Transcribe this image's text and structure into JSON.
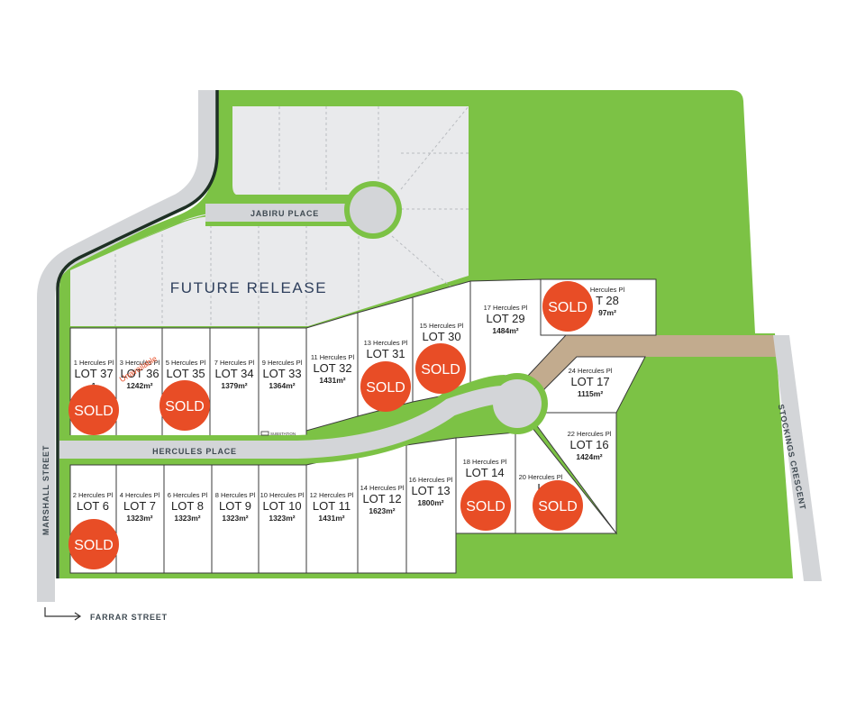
{
  "streets": {
    "marshall": "MARSHALL STREET",
    "jabiru": "JABIRU PLACE",
    "hercules": "HERCULES PLACE",
    "stockings": "STOCKINGS CRESCENT",
    "farrar": "FARRAR STREET"
  },
  "future_release": "FUTURE RELEASE",
  "substation": "SUBSTATION",
  "sold_label": "SOLD",
  "unavailable_label": "Unavailable",
  "colors": {
    "park": "#7cc245",
    "road": "#d3d5d8",
    "dark_edge": "#1e3024",
    "future": "#e9eaec",
    "path": "#c2ab8e",
    "sold": "#e84d26",
    "lot_border": "#3a3a3a"
  },
  "lots": [
    {
      "id": "lot37",
      "address": "1 Hercules Pl",
      "name": "LOT 37",
      "area": "1",
      "sold": true,
      "unavailable": false
    },
    {
      "id": "lot36",
      "address": "3 Hercules Pl",
      "name": "LOT 36",
      "area": "1242m²",
      "sold": false,
      "unavailable": true
    },
    {
      "id": "lot35",
      "address": "5 Hercules Pl",
      "name": "LOT 35",
      "area": "",
      "sold": true,
      "unavailable": false
    },
    {
      "id": "lot34",
      "address": "7 Hercules Pl",
      "name": "LOT 34",
      "area": "1379m²",
      "sold": false,
      "unavailable": false
    },
    {
      "id": "lot33",
      "address": "9 Hercules Pl",
      "name": "LOT 33",
      "area": "1364m²",
      "sold": false,
      "unavailable": false
    },
    {
      "id": "lot32",
      "address": "11 Hercules Pl",
      "name": "LOT 32",
      "area": "1431m²",
      "sold": false,
      "unavailable": false
    },
    {
      "id": "lot31",
      "address": "13 Hercules Pl",
      "name": "LOT 31",
      "area": "",
      "sold": true,
      "unavailable": false
    },
    {
      "id": "lot30",
      "address": "15 Hercules Pl",
      "name": "LOT 30",
      "area": "",
      "sold": true,
      "unavailable": false
    },
    {
      "id": "lot29",
      "address": "17 Hercules Pl",
      "name": "LOT 29",
      "area": "1484m²",
      "sold": false,
      "unavailable": false
    },
    {
      "id": "lot28",
      "address": "Hercules Pl",
      "name": "T 28",
      "area": "97m²",
      "sold": true,
      "unavailable": false
    },
    {
      "id": "lot17",
      "address": "24 Hercules Pl",
      "name": "LOT 17",
      "area": "1115m²",
      "sold": false,
      "unavailable": false
    },
    {
      "id": "lot16",
      "address": "22 Hercules Pl",
      "name": "LOT 16",
      "area": "1424m²",
      "sold": false,
      "unavailable": false
    },
    {
      "id": "lot15",
      "address": "20 Hercules Pl",
      "name": "L",
      "area": "",
      "sold": true,
      "unavailable": false
    },
    {
      "id": "lot14",
      "address": "18 Hercules Pl",
      "name": "LOT 14",
      "area": "",
      "sold": true,
      "unavailable": false
    },
    {
      "id": "lot13",
      "address": "16 Hercules Pl",
      "name": "LOT 13",
      "area": "1800m²",
      "sold": false,
      "unavailable": false
    },
    {
      "id": "lot12",
      "address": "14 Hercules Pl",
      "name": "LOT 12",
      "area": "1623m²",
      "sold": false,
      "unavailable": false
    },
    {
      "id": "lot11",
      "address": "12 Hercules Pl",
      "name": "LOT 11",
      "area": "1431m²",
      "sold": false,
      "unavailable": false
    },
    {
      "id": "lot10",
      "address": "10 Hercules Pl",
      "name": "LOT 10",
      "area": "1323m²",
      "sold": false,
      "unavailable": false
    },
    {
      "id": "lot9",
      "address": "8 Hercules Pl",
      "name": "LOT 9",
      "area": "1323m²",
      "sold": false,
      "unavailable": false
    },
    {
      "id": "lot8",
      "address": "6 Hercules Pl",
      "name": "LOT 8",
      "area": "1323m²",
      "sold": false,
      "unavailable": false
    },
    {
      "id": "lot7",
      "address": "4 Hercules Pl",
      "name": "LOT 7",
      "area": "1323m²",
      "sold": false,
      "unavailable": false
    },
    {
      "id": "lot6",
      "address": "2 Hercules Pl",
      "name": "LOT 6",
      "area": "",
      "sold": true,
      "unavailable": false
    }
  ]
}
